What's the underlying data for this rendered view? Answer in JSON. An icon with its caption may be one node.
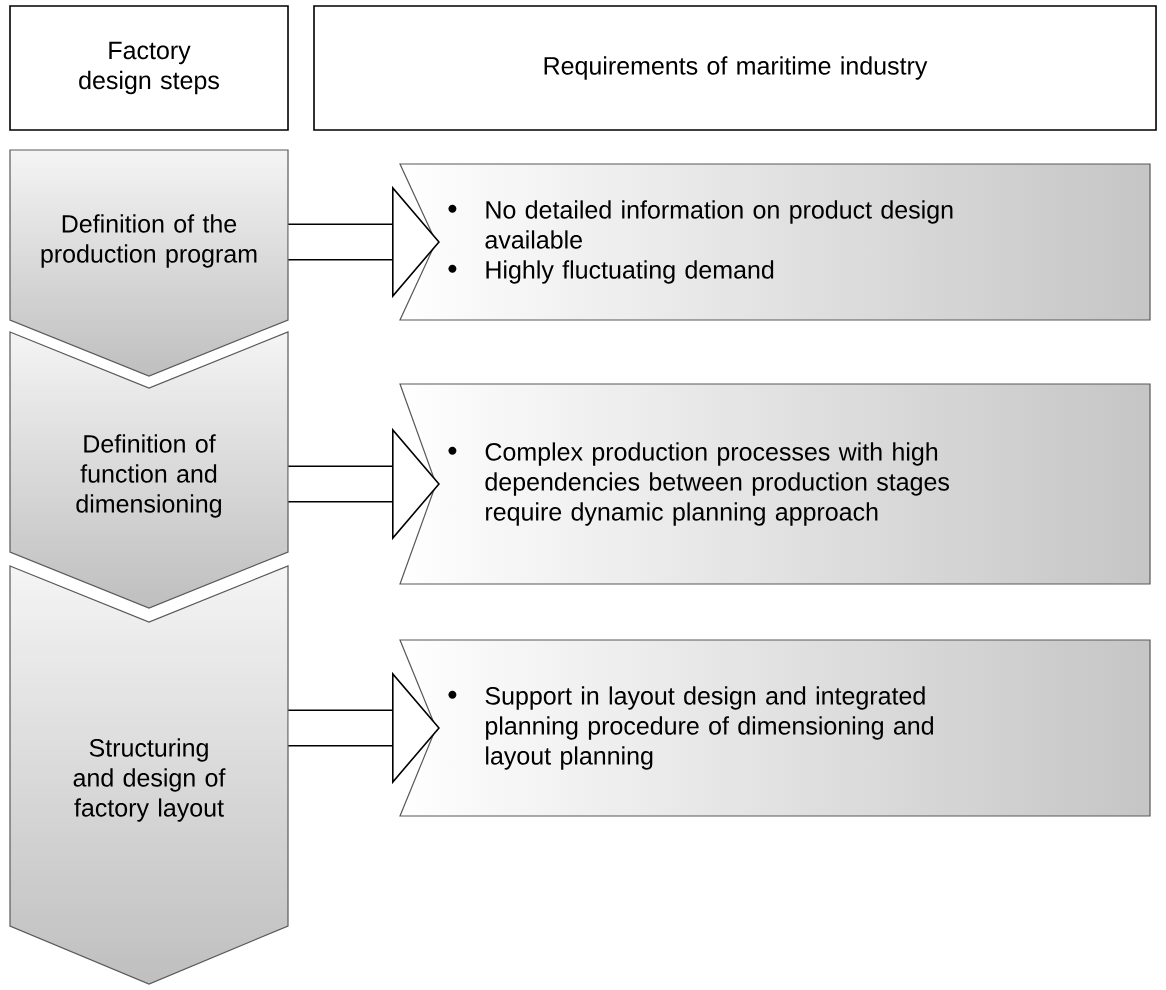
{
  "diagram": {
    "nodes": [
      {
        "text": [
          "Factory design steps"
        ]
      },
      {
        "text": [
          "Requirements of maritime industry"
        ]
      },
      {
        "text": [
          "Definition of the production program"
        ]
      },
      {
        "text": [
          "No detailed information on product design available",
          "Highly fluctuating demand"
        ]
      },
      {
        "text": [
          "Definition of function and dimensioning"
        ]
      },
      {
        "text": [
          "Complex production processes with high dependencies between production stages require dynamic planning approach"
        ]
      },
      {
        "text": [
          "Structuring and design of factory layout"
        ]
      },
      {
        "text": [
          "Support in layout design and integrated planning procedure of dimensioning and layout planning"
        ]
      }
    ],
    "edges": [
      {
        "from": 2,
        "to": 3,
        "arrow": "to"
      },
      {
        "from": 4,
        "to": 5,
        "arrow": "to"
      },
      {
        "from": 6,
        "to": 7,
        "arrow": "to"
      }
    ]
  }
}
